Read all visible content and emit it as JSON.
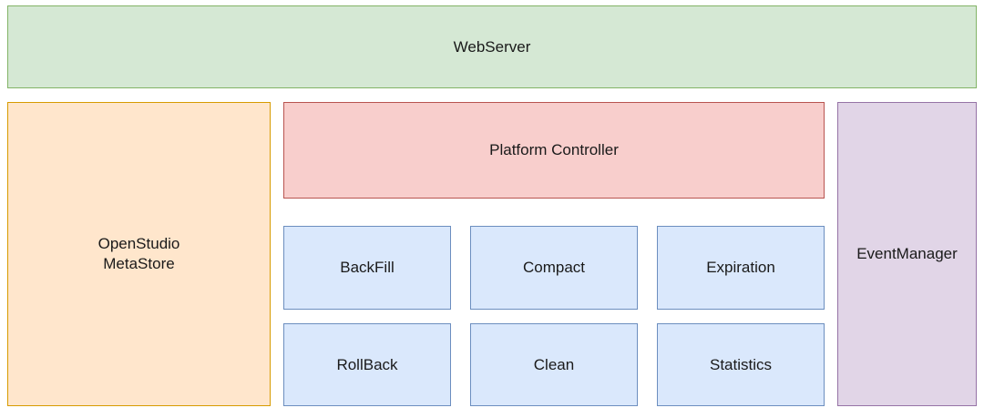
{
  "diagram": {
    "webserver": {
      "label": "WebServer",
      "fill": "#d5e8d4",
      "stroke": "#82b366"
    },
    "metastore": {
      "label": "OpenStudio\nMetaStore",
      "fill": "#ffe6cc",
      "stroke": "#d79b00"
    },
    "platform_controller": {
      "label": "Platform Controller",
      "fill": "#f8cecc",
      "stroke": "#b85450"
    },
    "event_manager": {
      "label": "EventManager",
      "fill": "#e1d5e7",
      "stroke": "#9673a6"
    },
    "services": {
      "fill": "#dae8fc",
      "stroke": "#6c8ebf",
      "backfill": "BackFill",
      "compact": "Compact",
      "expiration": "Expiration",
      "rollback": "RollBack",
      "clean": "Clean",
      "statistics": "Statistics"
    }
  }
}
